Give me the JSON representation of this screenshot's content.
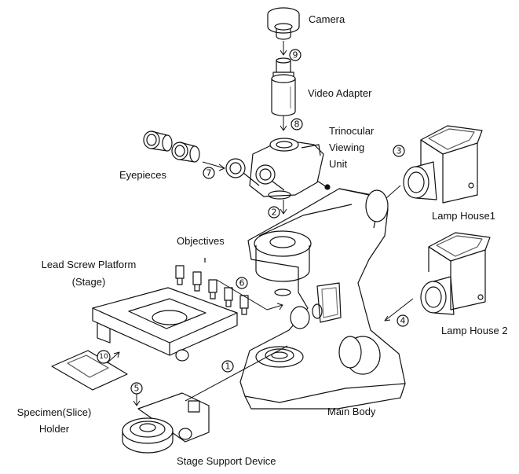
{
  "labels": {
    "camera": "Camera",
    "video_adapter": "Video Adapter",
    "trinocular": [
      "Trinocular",
      "Viewing",
      "Unit"
    ],
    "eyepieces": "Eyepieces",
    "lamp_house_1": "Lamp House1",
    "lamp_house_2": "Lamp House 2",
    "objectives": "Objectives",
    "lead_screw": [
      "Lead Screw Platform",
      "(Stage)"
    ],
    "specimen": [
      "Specimen(Slice)",
      "Holder"
    ],
    "main_body": "Main Body",
    "stage_support": "Stage Support Device"
  },
  "steps": [
    "1",
    "2",
    "3",
    "4",
    "5",
    "6",
    "7",
    "8",
    "9",
    "10"
  ],
  "colors": {
    "line": "#111111",
    "fill": "#ffffff",
    "shade": "#d8d8d8"
  }
}
